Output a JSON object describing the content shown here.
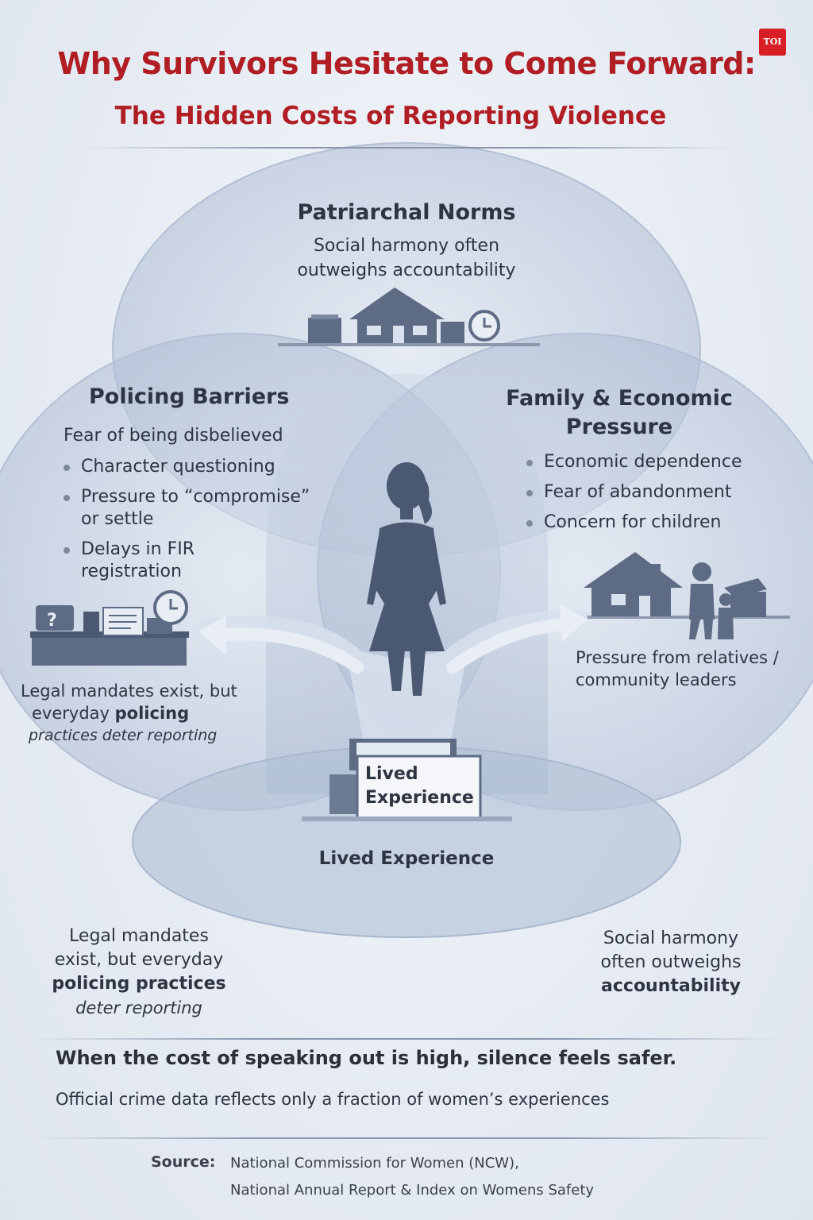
{
  "header": {
    "title": "Why Survivors Hesitate to Come Forward:",
    "subtitle": "The Hidden Costs of Reporting Violence",
    "badge": "TOI"
  },
  "patriarchal": {
    "heading": "Patriarchal Norms",
    "line1": "Social harmony often",
    "line2": "outweighs accountability"
  },
  "policing": {
    "heading": "Policing Barriers",
    "intro": "Fear of being disbelieved",
    "bullets": [
      "Character questioning",
      "Pressure to “compromise” or settle",
      "Delays in FIR registration"
    ],
    "caption_line1": "Legal mandates exist, but",
    "caption_line2_pre": "everyday ",
    "caption_line2_bold": "policing",
    "caption_line3": "practices deter reporting"
  },
  "family": {
    "heading_line1": "Family & Economic",
    "heading_line2": "Pressure",
    "bullets": [
      "Economic dependence",
      "Fear of abandonment",
      "Concern for children"
    ],
    "caption_line1": "Pressure from relatives /",
    "caption_line2": "community leaders"
  },
  "lived": {
    "box_line1": "Lived",
    "box_line2": "Experience",
    "label": "Lived Experience"
  },
  "bottom_left": {
    "line1": "Legal mandates",
    "line2": "exist, but everyday",
    "line3": "policing practices",
    "line4": "deter reporting"
  },
  "bottom_right": {
    "line1": "Social harmony",
    "line2": "often outweighs",
    "line3": "accountability"
  },
  "footer": {
    "tagline": "When the cost of speaking out is high, silence feels safer.",
    "subline": "Official crime data reflects only a fraction of women’s experiences",
    "source_label": "Source:",
    "source_line1": "National Commission for Women (NCW),",
    "source_line2": "National Annual Report & Index on Womens Safety"
  },
  "colors": {
    "title_red": "#b01e24",
    "circle_fill": "#b9c6da",
    "icon_slate": "#5d6b84"
  }
}
